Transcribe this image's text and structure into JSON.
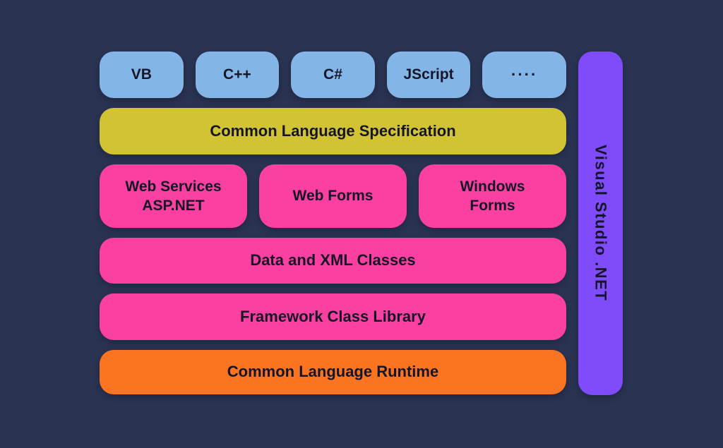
{
  "colors": {
    "bg": "#2a3352",
    "blue": "#84b5e7",
    "yellow": "#d2c335",
    "pink": "#fc40a1",
    "orange": "#fa7422",
    "purple": "#7f4bfb",
    "text": "#141627"
  },
  "diagram": {
    "languages": [
      "VB",
      "C++",
      "C#",
      "JScript",
      "····"
    ],
    "layers": {
      "cls": "Common Language Specification",
      "app_models": [
        "Web Services\nASP.NET",
        "Web Forms",
        "Windows\nForms"
      ],
      "data_xml": "Data and XML Classes",
      "fcl": "Framework Class Library",
      "clr": "Common Language Runtime"
    },
    "visual_studio": "Visual Studio .NET"
  }
}
